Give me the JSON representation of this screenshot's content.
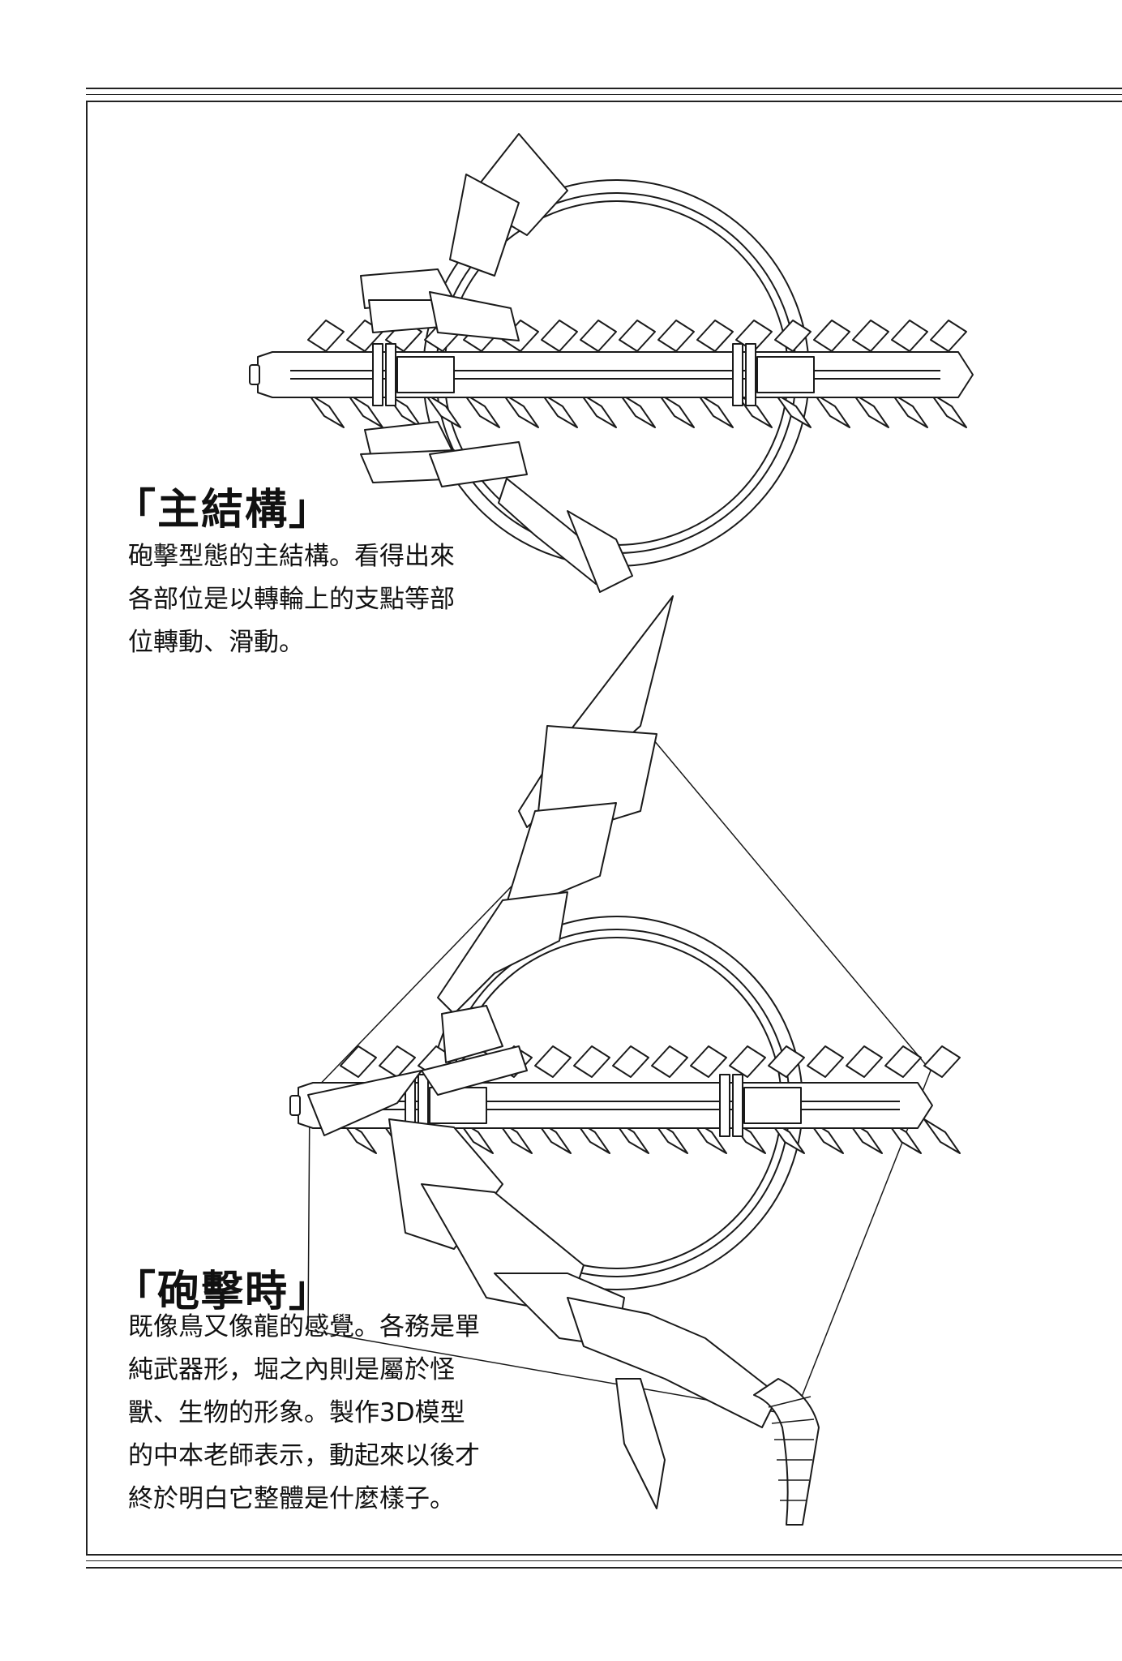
{
  "section1": {
    "heading": "「主結構」",
    "lines": [
      "砲擊型態的主結構。看得出來",
      "各部位是以轉輪上的支點等部",
      "位轉動、滑動。"
    ]
  },
  "section2": {
    "heading": "「砲擊時」",
    "lines": [
      "既像鳥又像龍的感覺。各務是單",
      "純武器形，堀之內則是屬於怪",
      "獸、生物的形象。製作3D模型",
      "的中本老師表示，動起來以後才",
      "終於明白它整體是什麼樣子。"
    ]
  }
}
